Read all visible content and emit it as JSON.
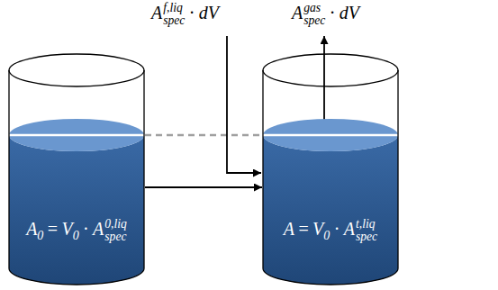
{
  "diagram": {
    "nodes": [
      {
        "text": [
          "A",
          "0",
          "=",
          "V",
          "0",
          "·",
          "A",
          "spec",
          "0,liq"
        ]
      },
      {
        "text": [
          "A",
          "=",
          "V",
          "0",
          "·",
          "A",
          "spec",
          "t,liq"
        ]
      }
    ],
    "edges": [
      {
        "from": 0,
        "to": 1,
        "arrow": "to"
      }
    ],
    "labels": [
      "A",
      "spec",
      "f,liq",
      "·",
      "dV",
      "A",
      "spec",
      "gas",
      "·",
      "dV"
    ]
  }
}
